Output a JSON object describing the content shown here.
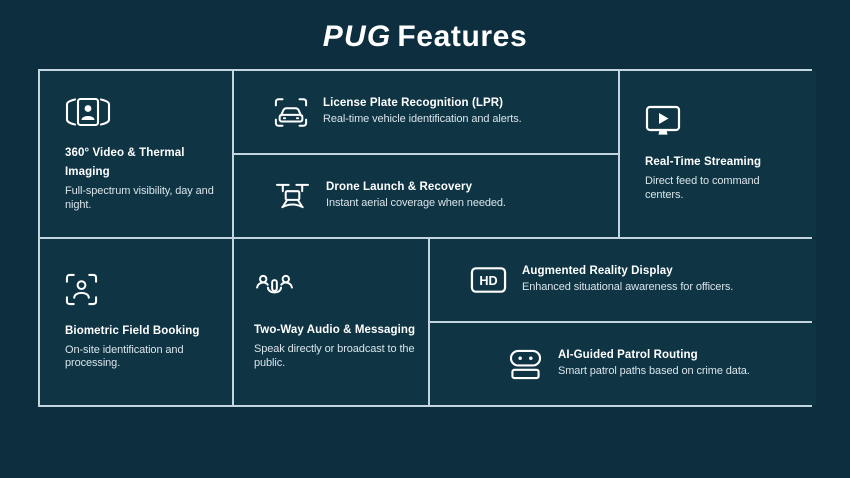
{
  "header": {
    "brand": "PUG",
    "rest": "Features"
  },
  "colors": {
    "background": "#0d2e3e",
    "card": "#0f3444",
    "grid_line": "#c3d5de",
    "title_text": "#ffffff",
    "body_text": "#d9e4ea",
    "icon": "#ffffff"
  },
  "features": {
    "video_thermal": {
      "icon": "panorama-person-icon",
      "title": "360° Video & Thermal Imaging",
      "description": "Full-spectrum visibility, day and night."
    },
    "lpr": {
      "icon": "car-scan-icon",
      "title": "License Plate Recognition (LPR)",
      "description": "Real-time vehicle identification and alerts."
    },
    "drone": {
      "icon": "drone-icon",
      "title": "Drone Launch & Recovery",
      "description": "Instant aerial coverage when needed."
    },
    "streaming": {
      "icon": "monitor-play-icon",
      "title": "Real-Time Streaming",
      "description": "Direct feed to command centers."
    },
    "biometric": {
      "icon": "face-scan-icon",
      "title": "Biometric Field Booking",
      "description": "On-site identification and processing."
    },
    "two_way_audio": {
      "icon": "people-microphone-icon",
      "title": "Two-Way Audio & Messaging",
      "description": "Speak directly or broadcast to the public."
    },
    "ar_display": {
      "icon": "hd-badge-icon",
      "title": "Augmented Reality Display",
      "description": "Enhanced situational awareness for officers."
    },
    "ai_patrol": {
      "icon": "robot-icon",
      "title": "AI-Guided Patrol Routing",
      "description": "Smart patrol paths based on crime data."
    }
  }
}
